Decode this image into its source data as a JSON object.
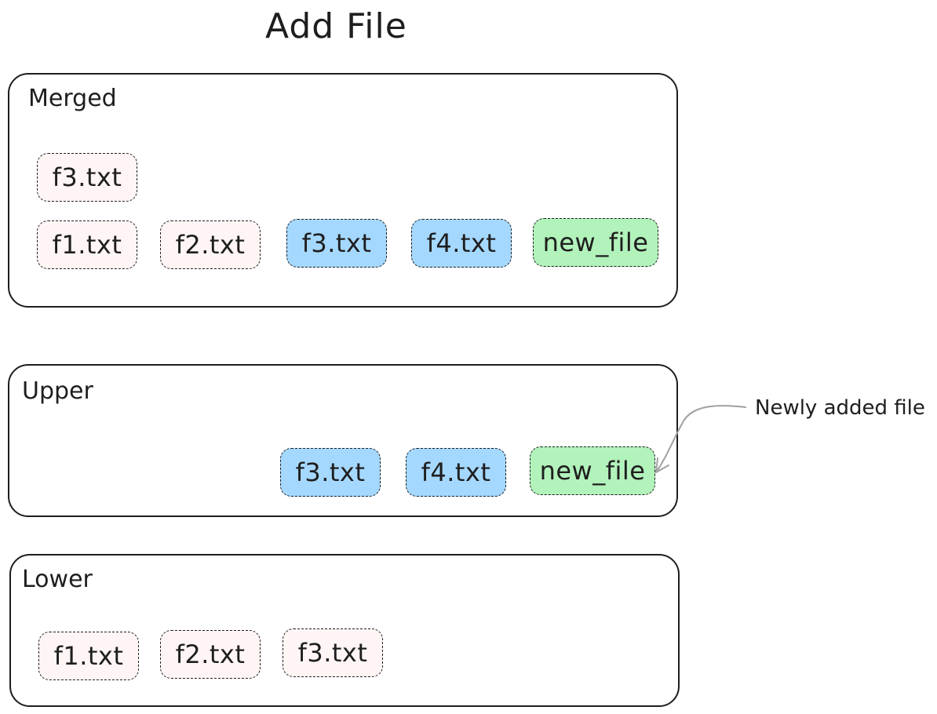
{
  "title": "Add File",
  "colors": {
    "lower_file": "#fff5f5",
    "upper_file": "#a5d8ff",
    "new_file": "#b2f2bb",
    "stroke": "#1e1e1e",
    "arrow": "#a0a0a0"
  },
  "panels": {
    "merged": {
      "label": "Merged",
      "files": [
        "f3.txt",
        "f1.txt",
        "f2.txt",
        "f3.txt",
        "f4.txt",
        "new_file"
      ]
    },
    "upper": {
      "label": "Upper",
      "files": [
        "f3.txt",
        "f4.txt",
        "new_file"
      ]
    },
    "lower": {
      "label": "Lower",
      "files": [
        "f1.txt",
        "f2.txt",
        "f3.txt"
      ]
    }
  },
  "annotation": "Newly added file"
}
